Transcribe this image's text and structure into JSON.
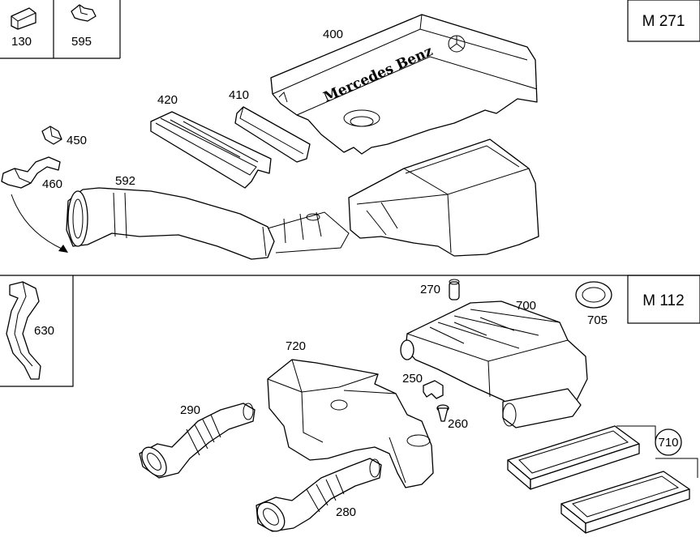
{
  "engines": {
    "top": "M 271",
    "bottom": "M 112"
  },
  "cover_brand": "Mercedes Benz",
  "parts": {
    "p130": "130",
    "p595": "595",
    "p400": "400",
    "p420": "420",
    "p410": "410",
    "p450": "450",
    "p460": "460",
    "p592": "592",
    "p630": "630",
    "p270": "270",
    "p700": "700",
    "p705": "705",
    "p720": "720",
    "p250": "250",
    "p260": "260",
    "p290": "290",
    "p280": "280",
    "p710": "710"
  }
}
